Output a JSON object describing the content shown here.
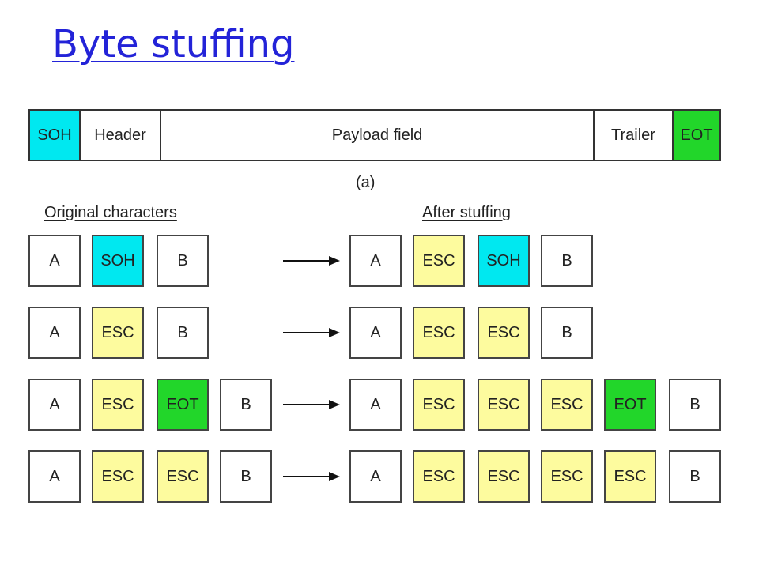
{
  "title": "Byte stuffing",
  "frame": {
    "soh": "SOH",
    "header": "Header",
    "payload": "Payload field",
    "trailer": "Trailer",
    "eot": "EOT",
    "caption": "(a)"
  },
  "columns": {
    "original": "Original characters",
    "after": "After stuffing"
  },
  "colors": {
    "soh": "#00e8f0",
    "esc": "#fdfb9e",
    "eot": "#22d62a",
    "title": "#2323d8"
  },
  "rows": [
    {
      "original": [
        "A",
        "SOH",
        "B"
      ],
      "stuffed": [
        "A",
        "ESC",
        "SOH",
        "B"
      ]
    },
    {
      "original": [
        "A",
        "ESC",
        "B"
      ],
      "stuffed": [
        "A",
        "ESC",
        "ESC",
        "B"
      ]
    },
    {
      "original": [
        "A",
        "ESC",
        "EOT",
        "B"
      ],
      "stuffed": [
        "A",
        "ESC",
        "ESC",
        "ESC",
        "EOT",
        "B"
      ]
    },
    {
      "original": [
        "A",
        "ESC",
        "ESC",
        "B"
      ],
      "stuffed": [
        "A",
        "ESC",
        "ESC",
        "ESC",
        "ESC",
        "B"
      ]
    }
  ]
}
